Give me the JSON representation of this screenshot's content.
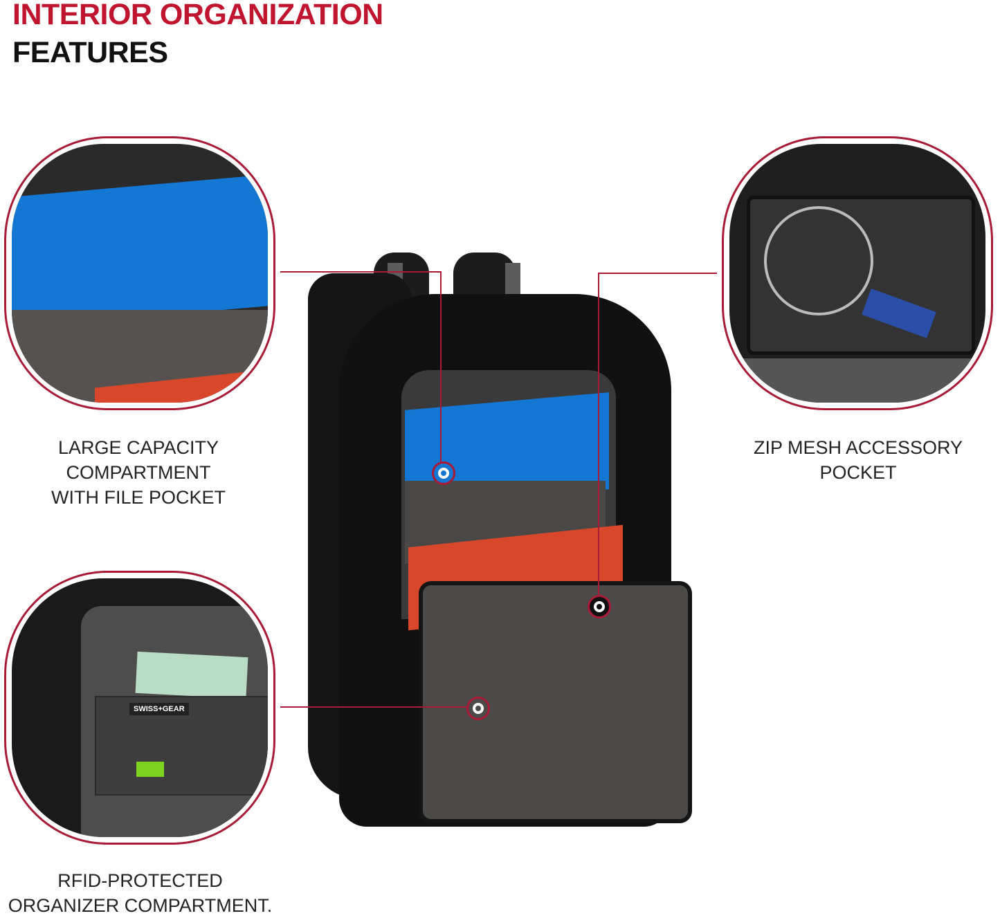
{
  "header": {
    "title_line1": "INTERIOR ORGANIZATION",
    "title_line2": "FEATURES"
  },
  "colors": {
    "accent": "#c0152f",
    "callout_frame": "#a81a35",
    "folder_blue": "#1577d4",
    "book_orange": "#d9472b"
  },
  "callouts": [
    {
      "id": "large-capacity",
      "caption_lines": [
        "LARGE CAPACITY",
        "COMPARTMENT",
        "WITH FILE POCKET"
      ]
    },
    {
      "id": "zip-mesh",
      "caption_lines": [
        "ZIP MESH ACCESSORY",
        "POCKET"
      ]
    },
    {
      "id": "rfid",
      "caption_lines": [
        "RFID-PROTECTED",
        "ORGANIZER COMPARTMENT."
      ]
    }
  ],
  "brand_logo": "SWISS+GEAR"
}
